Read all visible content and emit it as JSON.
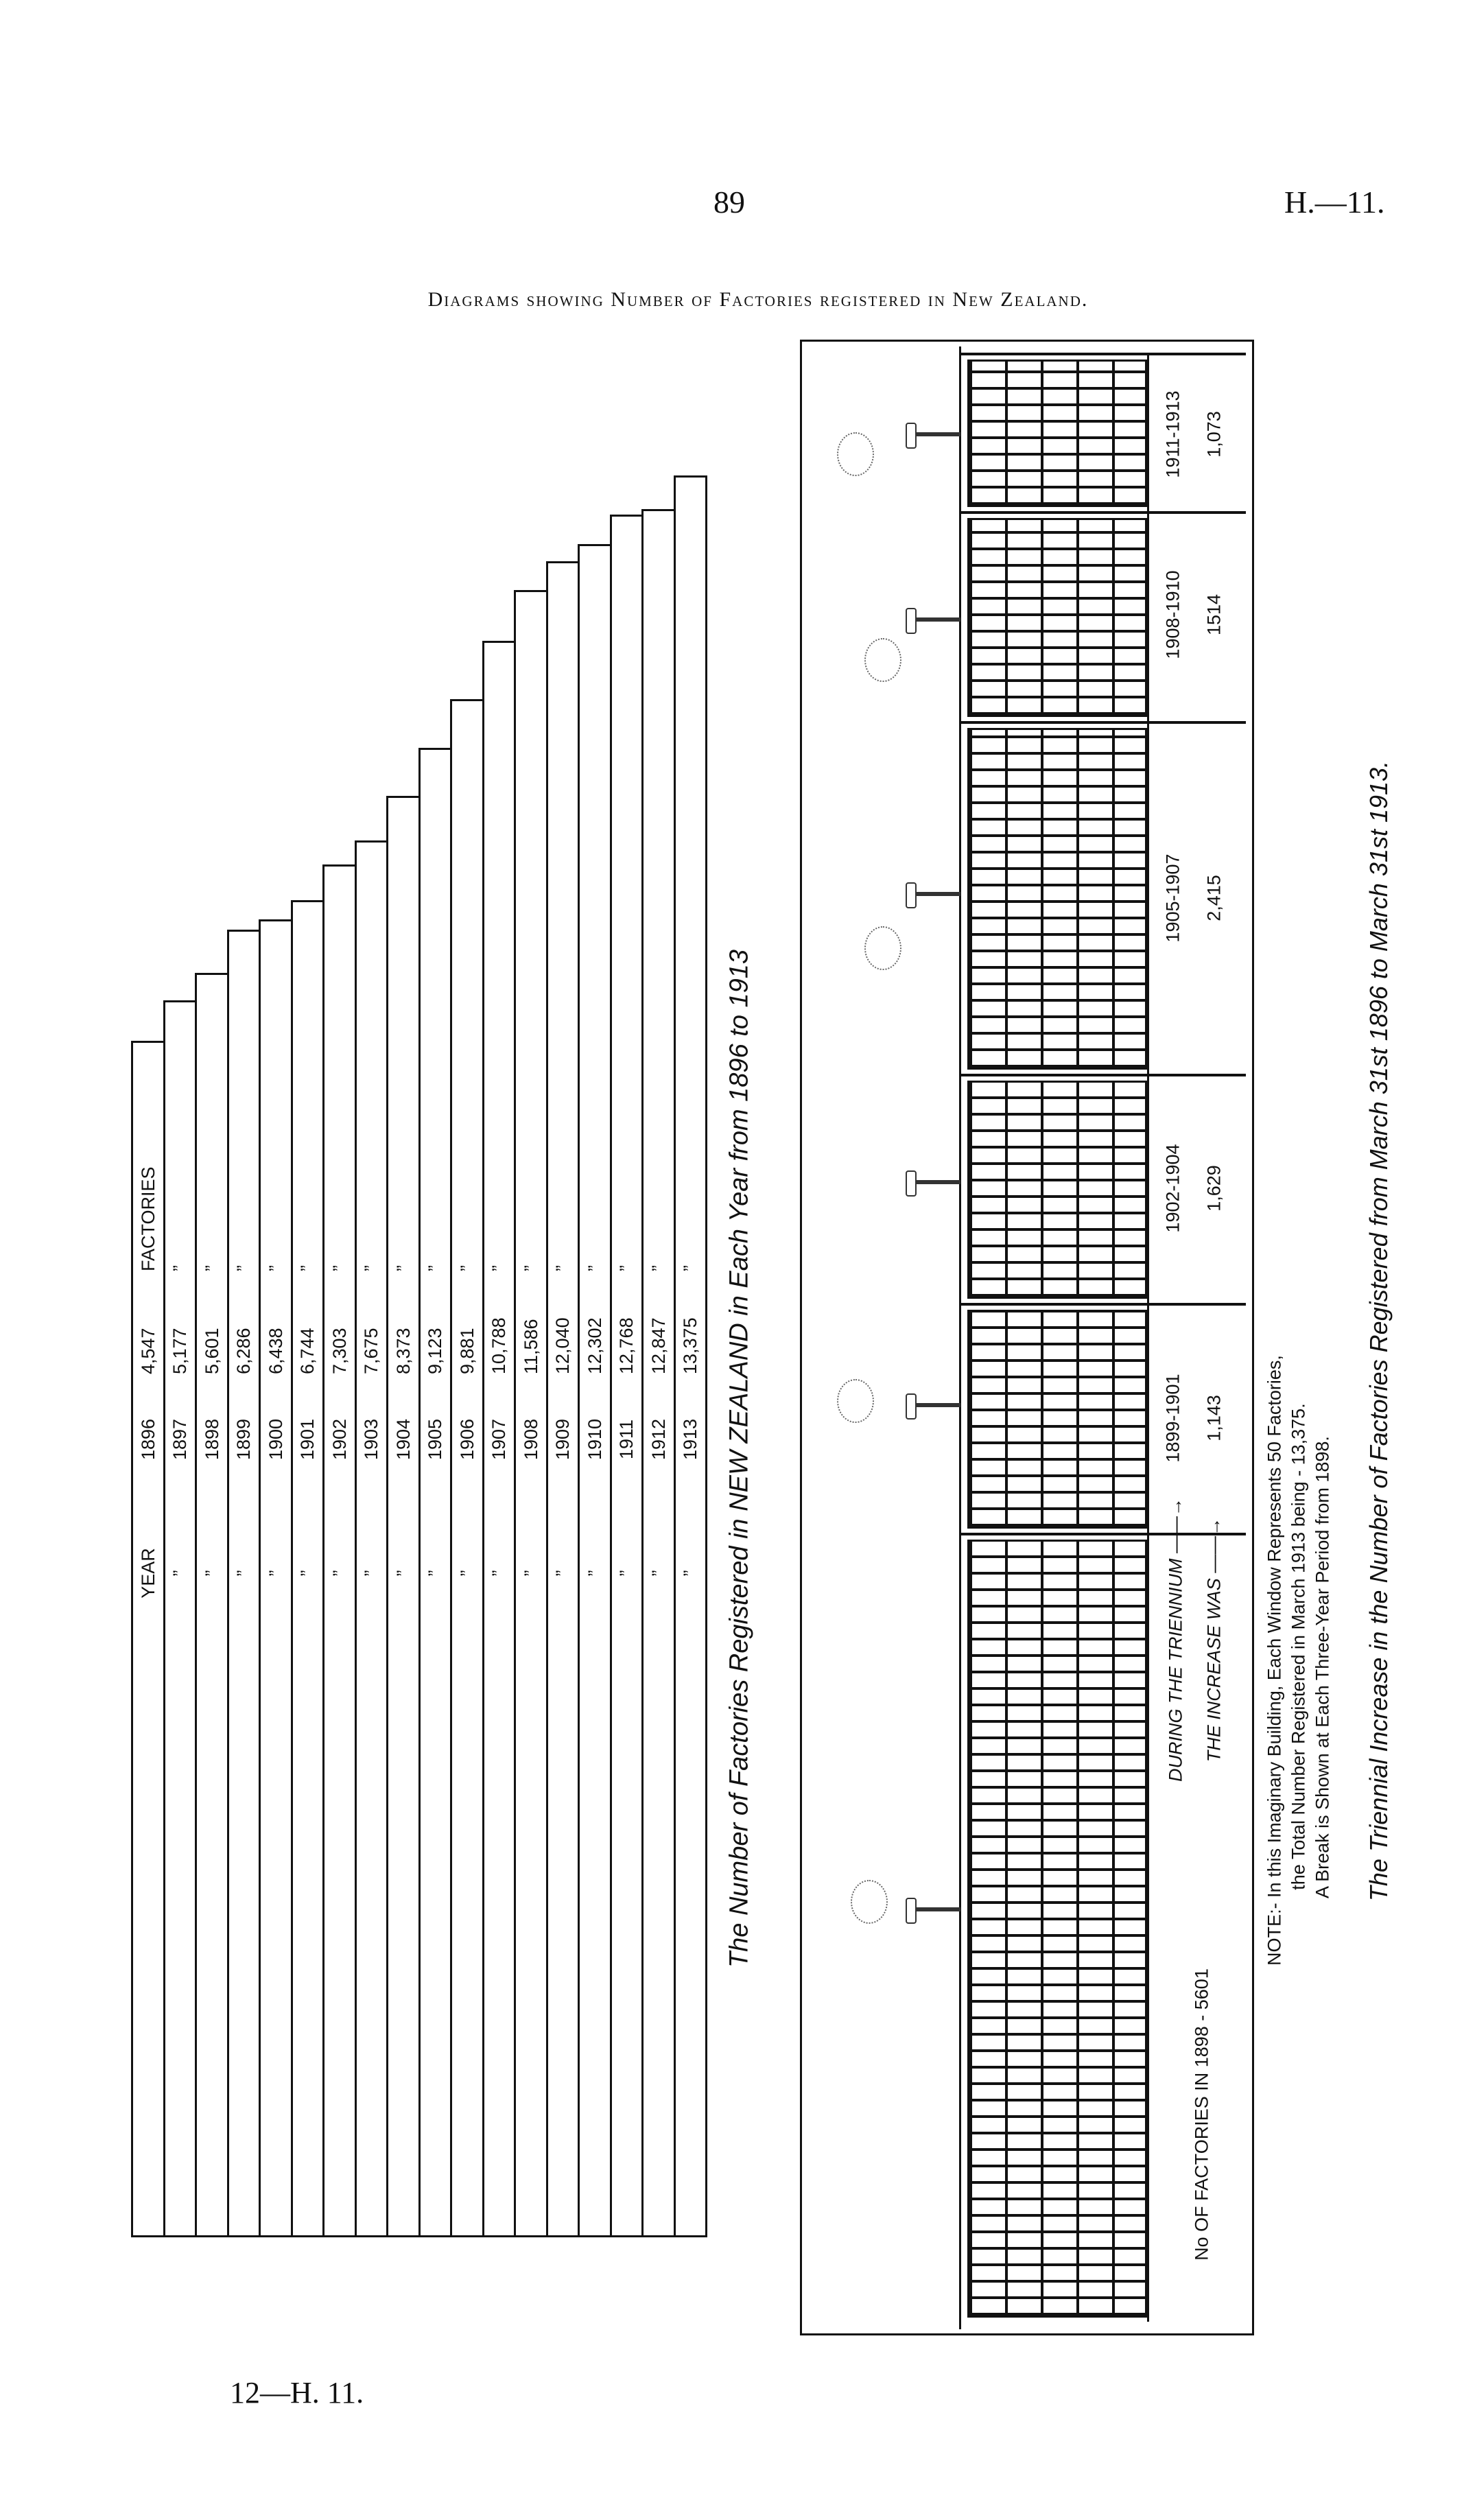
{
  "header": {
    "page_number": "89",
    "doc_ref": "H.—11."
  },
  "title": "Diagrams showing Number of Factories registered in New Zealand.",
  "footer": "12—H. 11.",
  "chart_data": [
    {
      "type": "bar",
      "orientation": "vertical-stepped (rotated)",
      "title": "The Number of Factories Registered in NEW ZEALAND in Each Year from 1896 to 1913",
      "header_labels": {
        "year": "YEAR",
        "factories": "FACTORIES",
        "ditto": "”"
      },
      "categories": [
        "1896",
        "1897",
        "1898",
        "1899",
        "1900",
        "1901",
        "1902",
        "1903",
        "1904",
        "1905",
        "1906",
        "1907",
        "1908",
        "1909",
        "1910",
        "1911",
        "1912",
        "1913"
      ],
      "value_labels": [
        "4,547",
        "5,177",
        "5,601",
        "6,286",
        "6,438",
        "6,744",
        "7,303",
        "7,675",
        "8,373",
        "9,123",
        "9,881",
        "10,788",
        "11,586",
        "12,040",
        "12,302",
        "12,768",
        "12,847",
        "13,375"
      ],
      "values": [
        4547,
        5177,
        5601,
        6286,
        6438,
        6744,
        7303,
        7675,
        8373,
        9123,
        9881,
        10788,
        11586,
        12040,
        12302,
        12768,
        12847,
        13375
      ],
      "xlabel": "Year",
      "ylabel": "Factories",
      "grid": false
    },
    {
      "type": "bar",
      "title": "The Triennial Increase in the Number of Factories Registered from March 31st 1896 to March 31st 1913.",
      "base_label": "No OF FACTORIES IN 1898 - 5601",
      "base_value": 5601,
      "row_labels": [
        "DURING THE TRIENNIUM ——→",
        "THE INCREASE WAS ——→"
      ],
      "categories": [
        "1899-1901",
        "1902-1904",
        "1905-1907",
        "1908-1910",
        "1911-1913"
      ],
      "value_labels": [
        "1,143",
        "1,629",
        "2,415",
        "1514",
        "1,073"
      ],
      "values": [
        1143,
        1629,
        2415,
        1514,
        1073
      ],
      "note": [
        "NOTE:- In this Imaginary Building, Each Window Represents 50 Factories,",
        "the Total Number Registered in March 1913 being - 13,375.",
        "A Break is Shown at Each Three-Year Period from 1898."
      ]
    }
  ]
}
